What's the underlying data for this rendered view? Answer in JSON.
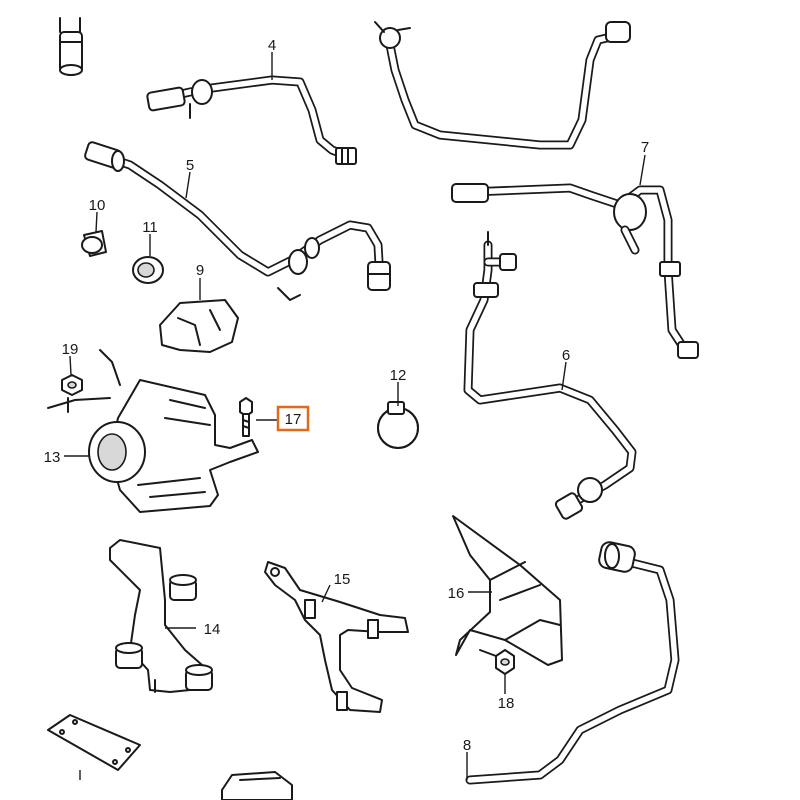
{
  "diagram": {
    "highlight_color": "#e06a1b",
    "callouts": [
      {
        "id": "c4",
        "label": "4"
      },
      {
        "id": "c5",
        "label": "5"
      },
      {
        "id": "c6",
        "label": "6"
      },
      {
        "id": "c7",
        "label": "7"
      },
      {
        "id": "c8",
        "label": "8"
      },
      {
        "id": "c9",
        "label": "9"
      },
      {
        "id": "c10",
        "label": "10"
      },
      {
        "id": "c11",
        "label": "11"
      },
      {
        "id": "c12",
        "label": "12"
      },
      {
        "id": "c13",
        "label": "13"
      },
      {
        "id": "c14",
        "label": "14"
      },
      {
        "id": "c15",
        "label": "15"
      },
      {
        "id": "c16",
        "label": "16"
      },
      {
        "id": "c17",
        "label": "17",
        "highlighted": true
      },
      {
        "id": "c18",
        "label": "18"
      },
      {
        "id": "c19",
        "label": "19"
      }
    ]
  }
}
